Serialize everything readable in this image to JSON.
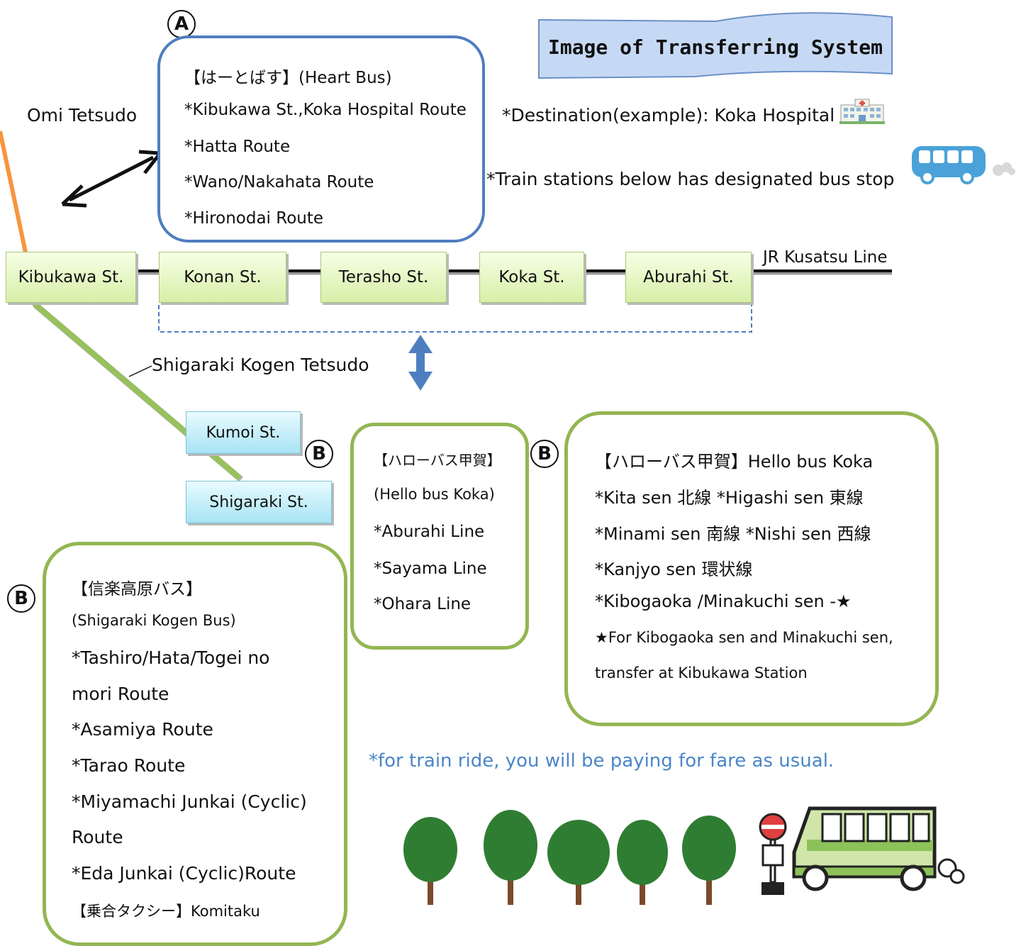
{
  "title": "Image of Transferring System",
  "destination": "*Destination(example): Koka Hospital",
  "stations_note": "*Train stations below has designated bus stop",
  "rail_lines": {
    "omi": "Omi Tetsudo",
    "jr": "JR Kusatsu Line",
    "shigaraki": "Shigaraki Kogen Tetsudo"
  },
  "stations": [
    "Kibukawa St.",
    "Konan St.",
    "Terasho St.",
    "Koka St.",
    "Aburahi St."
  ],
  "shigaraki_stations": [
    "Kumoi St.",
    "Shigaraki St."
  ],
  "labels": {
    "a": "A",
    "b": "B"
  },
  "heart_bus": {
    "title": "【はーとばす】(Heart Bus)",
    "routes": [
      "*Kibukawa St.,Koka Hospital Route",
      "*Hatta Route",
      "*Wano/Nakahata Route",
      "*Hironodai Route"
    ]
  },
  "hello_bus_small": {
    "title": "【ハローバス甲賀】",
    "subtitle": "(Hello bus Koka)",
    "lines": [
      "*Aburahi Line",
      "*Sayama Line",
      "*Ohara Line"
    ]
  },
  "hello_bus_large": {
    "lines": [
      "【ハローバス甲賀】Hello bus Koka",
      "*Kita sen 北線 *Higashi sen 東線",
      "*Minami sen 南線 *Nishi sen 西線",
      "*Kanjyo sen 環状線",
      "*Kibogaoka /Minakuchi sen -★",
      "★For Kibogaoka sen and Minakuchi sen,",
      "transfer at Kibukawa Station"
    ]
  },
  "shigaraki_bus": {
    "title": "【信楽高原バス】",
    "subtitle": "(Shigaraki Kogen Bus)",
    "lines": [
      "*Tashiro/Hata/Togei no",
      "mori Route",
      "*Asamiya Route",
      "*Tarao Route",
      "*Miyamachi Junkai (Cyclic)",
      "Route",
      "*Eda Junkai (Cyclic)Route"
    ],
    "taxi": "【乗合タクシー】Komitaku"
  },
  "fare_note": "*for train ride, you will be paying for fare as usual.",
  "colors": {
    "blue_box": "#4f7ec0",
    "green_box": "#93b652",
    "fare_text": "#4a86c8"
  },
  "icons": [
    "hospital-icon",
    "bus-icon",
    "tree-icon",
    "bus-stop-icon",
    "green-bus-icon"
  ]
}
